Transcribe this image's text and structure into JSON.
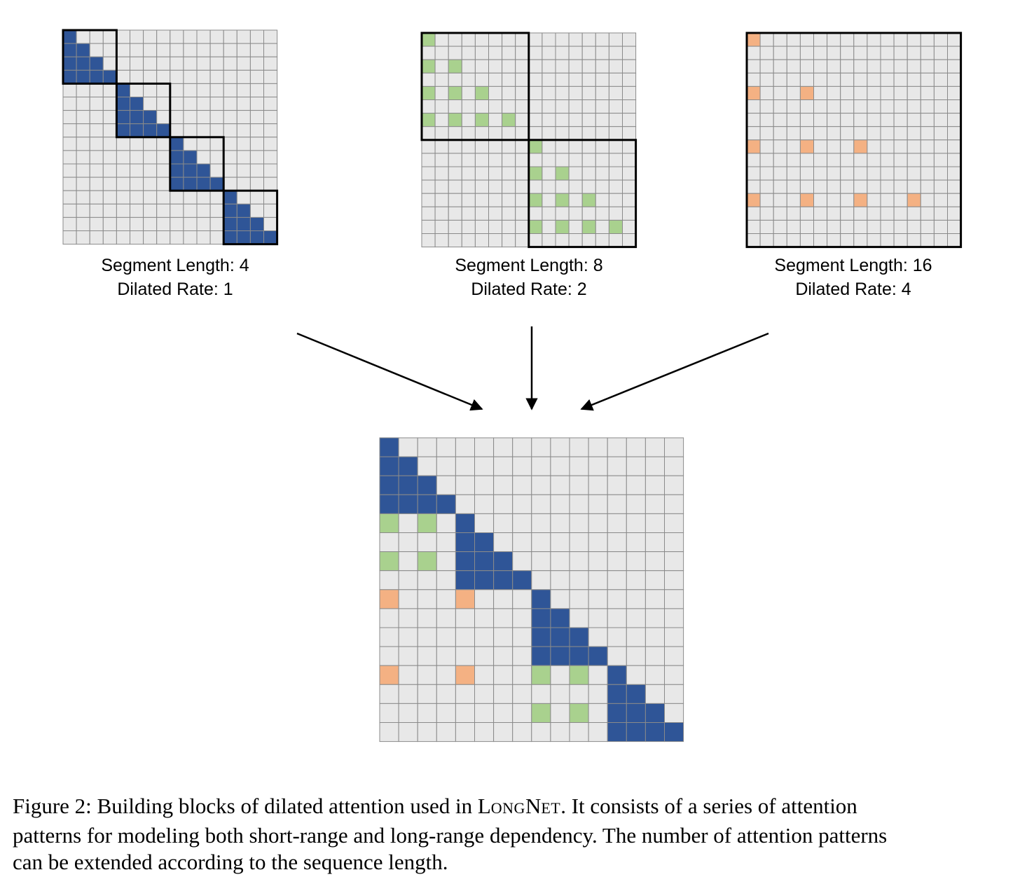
{
  "colors": {
    "cell_empty": "#e8e8e8",
    "grid_line": "#8a8a8a",
    "blue": "#2f5597",
    "green": "#a9d18e",
    "orange": "#f4b183",
    "segment_border": "#000000",
    "arrow": "#000000"
  },
  "patterns": [
    {
      "name": "pattern-1",
      "segment_length": 4,
      "dilated_rate": 1,
      "color": "blue",
      "line1": "Segment Length: 4",
      "line2": "Dilated Rate: 1"
    },
    {
      "name": "pattern-2",
      "segment_length": 8,
      "dilated_rate": 2,
      "color": "green",
      "line1": "Segment Length: 8",
      "line2": "Dilated Rate: 2"
    },
    {
      "name": "pattern-3",
      "segment_length": 16,
      "dilated_rate": 4,
      "color": "orange",
      "line1": "Segment Length: 16",
      "line2": "Dilated Rate: 4"
    }
  ],
  "sequence_length": 16,
  "caption": {
    "line1_a": "Figure 2: Building blocks of dilated attention used in ",
    "line1_sc1": "L",
    "line1_sc2": "ONG",
    "line1_sc3": "N",
    "line1_sc4": "ET",
    "line1_b": ". It consists of a series of attention",
    "line2": "patterns for modeling both short-range and long-range dependency. The number of attention patterns",
    "line3": "can be extended according to the sequence length."
  }
}
